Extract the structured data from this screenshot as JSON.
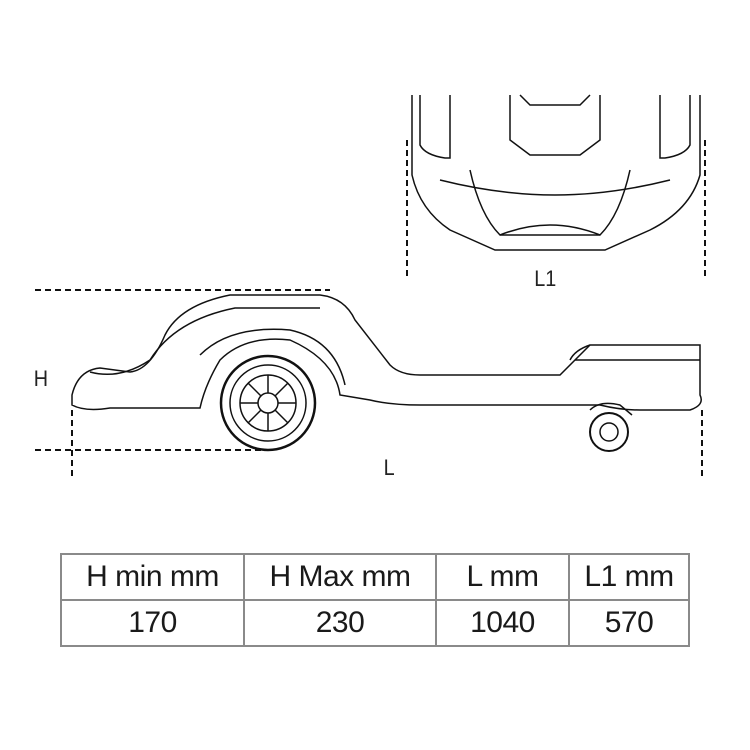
{
  "dimension_labels": {
    "h": "H",
    "l": "L",
    "l1": "L1"
  },
  "table": {
    "headers": [
      "H min mm",
      "H Max mm",
      "L mm",
      "L1 mm"
    ],
    "values": [
      "170",
      "230",
      "1040",
      "570"
    ]
  }
}
